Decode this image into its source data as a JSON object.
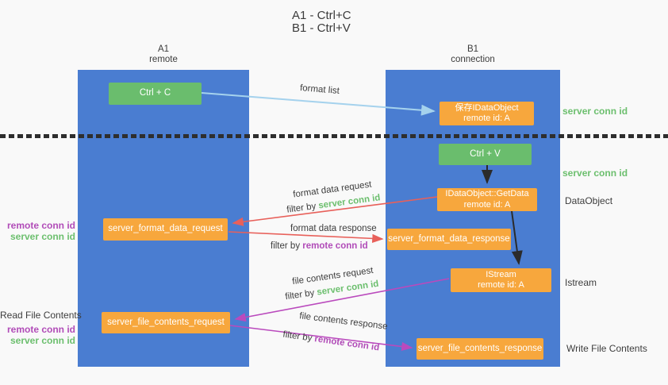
{
  "title": {
    "line1": "A1 - Ctrl+C",
    "line2": "B1 - Ctrl+V"
  },
  "lanes": {
    "a1": {
      "name": "A1",
      "subtitle": "remote"
    },
    "b1": {
      "name": "B1",
      "subtitle": "connection"
    }
  },
  "boxes": {
    "ctrl_c": {
      "label": "Ctrl + C"
    },
    "save_idataobject": {
      "line1": "保存IDataObject",
      "line2": "remote id: A"
    },
    "ctrl_v": {
      "label": "Ctrl + V"
    },
    "getdata": {
      "line1": "IDataObject::GetData",
      "line2": "remote id: A"
    },
    "format_request": {
      "label": "server_format_data_request"
    },
    "format_response": {
      "label": "server_format_data_response"
    },
    "istream": {
      "line1": "IStream",
      "line2": "remote id: A"
    },
    "file_request": {
      "label": "server_file_contents_request"
    },
    "file_response": {
      "label": "server_file_contents_response"
    }
  },
  "arrow_labels": {
    "format_list": "format list",
    "format_data_request": "format data request",
    "format_data_response": "format data response",
    "file_contents_request": "file contents request",
    "file_contents_response": "file contents response",
    "filter_by": "filter by ",
    "server_conn_id": "server conn id",
    "remote_conn_id": "remote conn id"
  },
  "side_labels": {
    "left_top": {
      "remote_conn_id": "remote conn id",
      "server_conn_id": "server conn id"
    },
    "read_file_contents": "Read File Contents",
    "left_bottom": {
      "remote_conn_id": "remote conn id",
      "server_conn_id": "server conn id"
    },
    "right_server_conn_id_top": "server conn id",
    "right_server_conn_id_mid": "server conn id",
    "dataobject": "DataObject",
    "istream": "Istream",
    "write_file_contents": "Write File Contents"
  },
  "colors": {
    "lane_blue": "#4a7dd1",
    "box_green": "#6abd6d",
    "box_orange": "#f7a73d",
    "arrow_light_blue": "#a5d2ed",
    "arrow_red": "#e8605a",
    "arrow_purple": "#ba4abd",
    "arrow_black": "#2b2b2b",
    "label_green": "#6cbf6e",
    "label_purple": "#b14cb8",
    "text_dark": "#3d3d3d",
    "background": "#f9f9f9"
  }
}
